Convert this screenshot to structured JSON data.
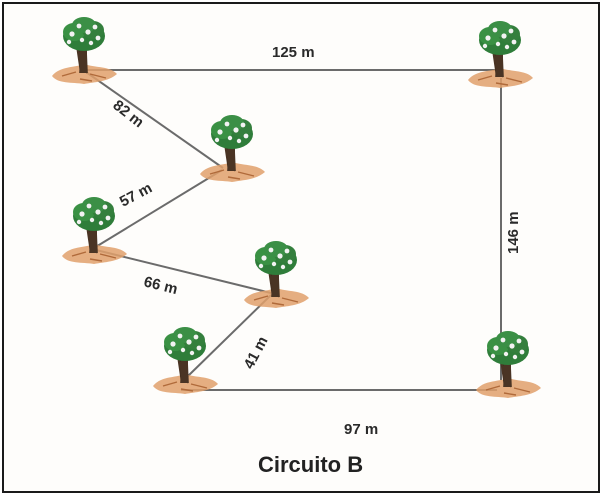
{
  "diagram": {
    "title": "Circuito B",
    "distances": {
      "top": "125 m",
      "upper_left_diagonal": "82 m",
      "middle_left_diagonal": "57 m",
      "right_side": "146 m",
      "lower_middle": "66 m",
      "lower_diagonal": "41 m",
      "bottom": "97 m"
    },
    "nodes": [
      "tree",
      "tree",
      "tree",
      "tree",
      "tree",
      "tree",
      "tree"
    ]
  },
  "colors": {
    "path_line": "#6b6b6b",
    "soil": "#e0a06b",
    "foliage": "#2f7d3a",
    "fruit": "#f2f2f2",
    "trunk": "#4a3424",
    "border": "#1a1a1a"
  }
}
